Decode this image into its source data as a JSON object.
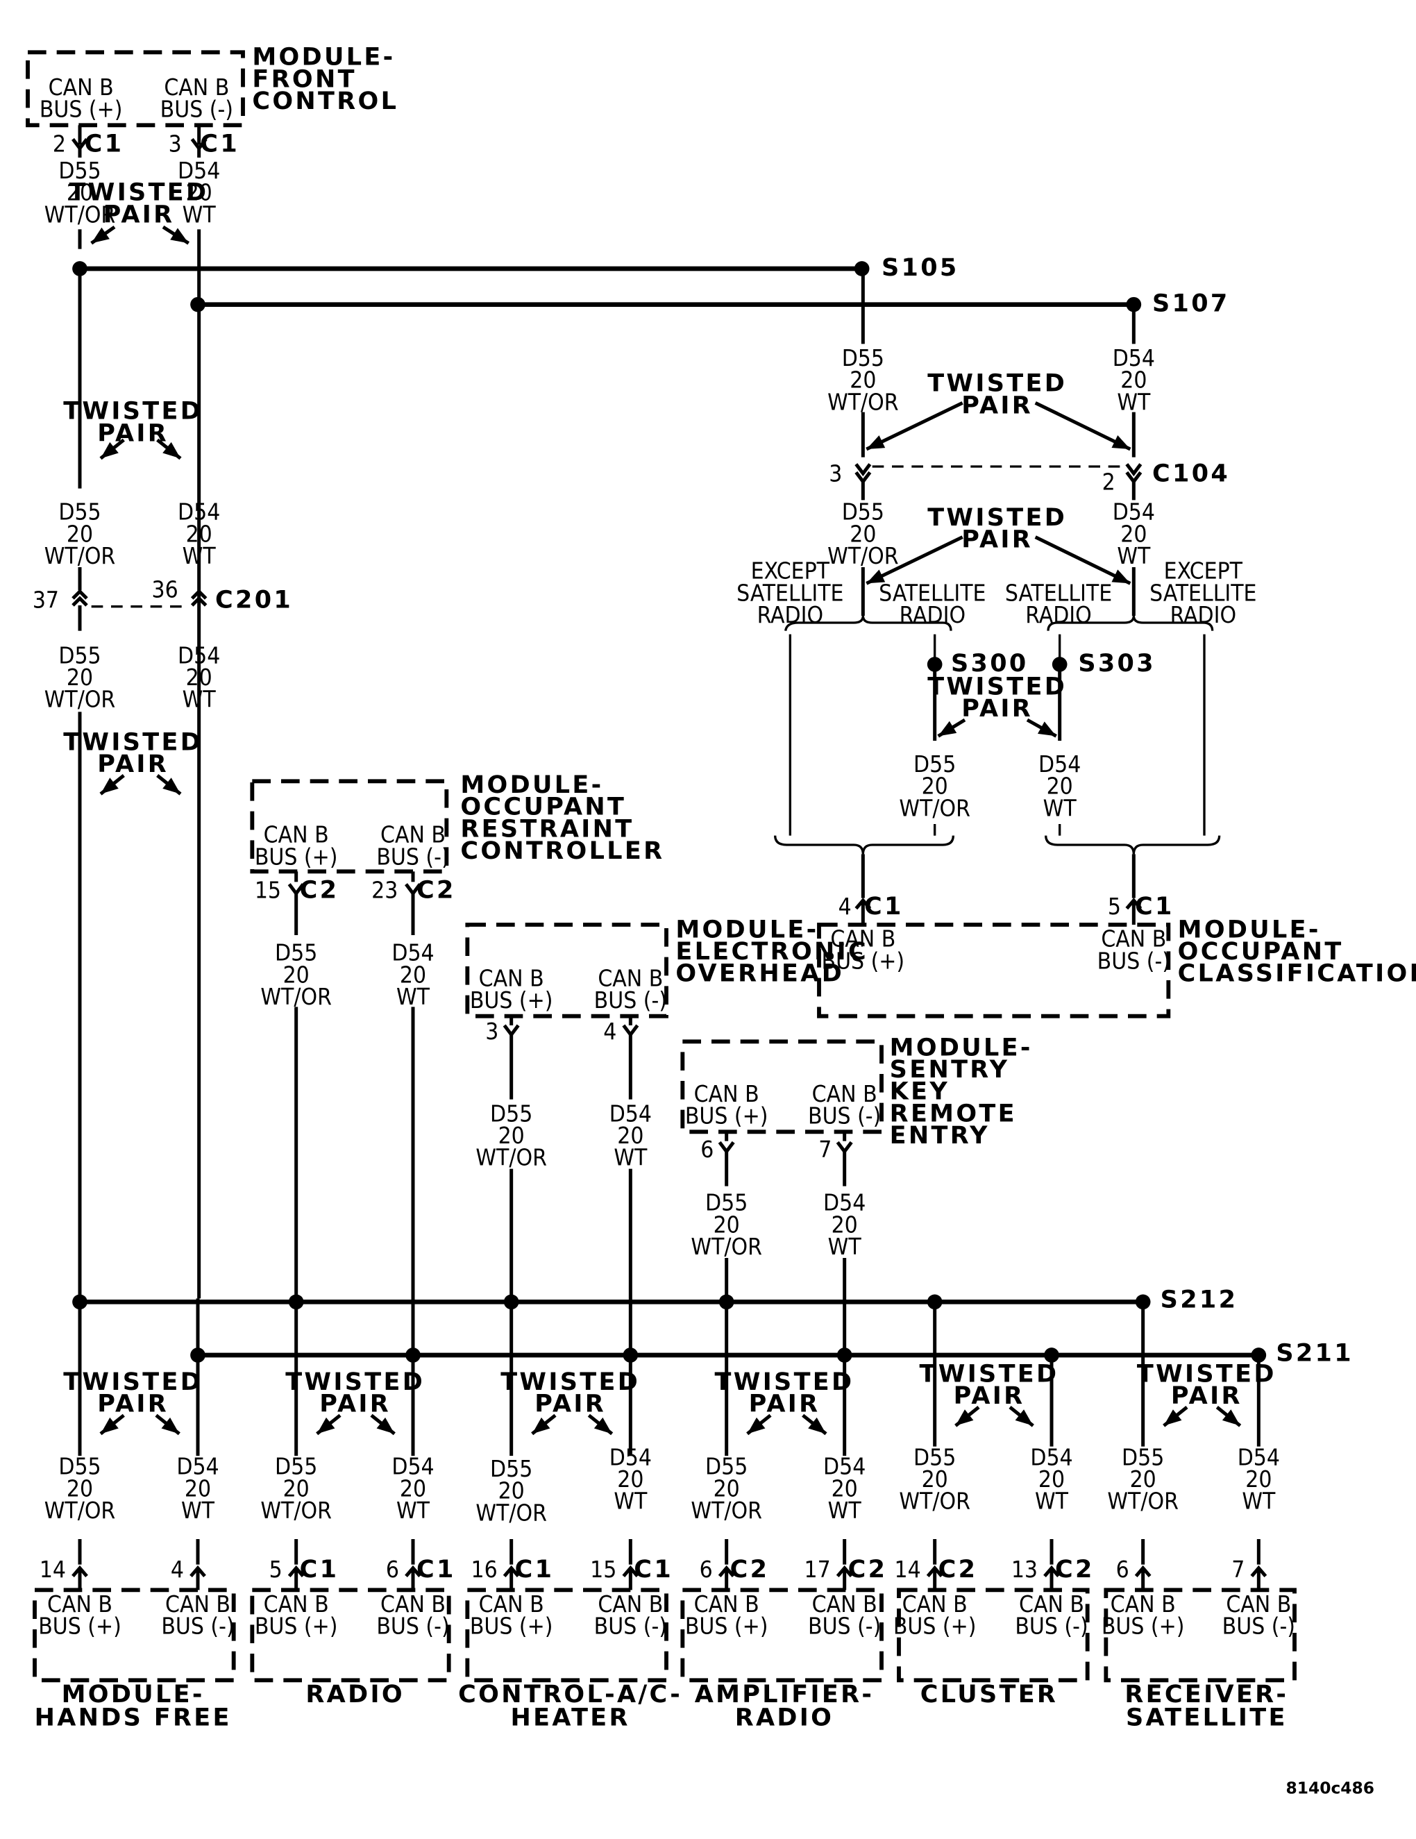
{
  "wire": {
    "d55": {
      "circuit": "D55",
      "gauge": "20",
      "color": "WT/OR"
    },
    "d54": {
      "circuit": "D54",
      "gauge": "20",
      "color": "WT"
    }
  },
  "twisted_pair": [
    "TWISTED",
    "PAIR"
  ],
  "can_b": "CAN B",
  "bus_pos": "BUS (+)",
  "bus_neg": "BUS (-)",
  "modules": {
    "front_control": [
      "MODULE-",
      "FRONT",
      "CONTROL"
    ],
    "occupant_restraint": [
      "MODULE-",
      "OCCUPANT",
      "RESTRAINT",
      "CONTROLLER"
    ],
    "electronic_overhead": [
      "MODULE-",
      "ELECTRONIC",
      "OVERHEAD"
    ],
    "sentry_key": [
      "MODULE-",
      "SENTRY",
      "KEY",
      "REMOTE",
      "ENTRY"
    ],
    "occupant_classification": [
      "MODULE-",
      "OCCUPANT",
      "CLASSIFICATION"
    ],
    "hands_free": [
      "MODULE-",
      "HANDS FREE"
    ],
    "radio": [
      "RADIO"
    ],
    "control_ac_heater": [
      "CONTROL-A/C-",
      "HEATER"
    ],
    "amplifier_radio": [
      "AMPLIFIER-",
      "RADIO"
    ],
    "cluster": [
      "CLUSTER"
    ],
    "receiver_satellite": [
      "RECEIVER-",
      "SATELLITE"
    ]
  },
  "splices": {
    "s105": "S105",
    "s107": "S107",
    "s300": "S300",
    "s303": "S303",
    "s212": "S212",
    "s211": "S211"
  },
  "connectors": {
    "c1": "C1",
    "c2": "C2",
    "c104": "C104",
    "c201": "C201"
  },
  "pins": {
    "fc_pos": "2",
    "fc_neg": "3",
    "c104_pos": "3",
    "c104_neg": "2",
    "c201_pos": "37",
    "c201_neg": "36",
    "orc_pos": "15",
    "orc_neg": "23",
    "eo_pos": "3",
    "eo_neg": "4",
    "sk_pos": "6",
    "sk_neg": "7",
    "oc_pos": "4",
    "oc_neg": "5",
    "hf_pos": "14",
    "hf_neg": "4",
    "radio_pos": "5",
    "radio_neg": "6",
    "ac_pos": "16",
    "ac_neg": "15",
    "amp_pos": "6",
    "amp_neg": "17",
    "cl_pos": "14",
    "cl_neg": "13",
    "rs_pos": "6",
    "rs_neg": "7"
  },
  "except_satellite_radio": [
    "EXCEPT",
    "SATELLITE",
    "RADIO"
  ],
  "satellite_radio": [
    "SATELLITE",
    "RADIO"
  ],
  "figure_id": "8140c486"
}
